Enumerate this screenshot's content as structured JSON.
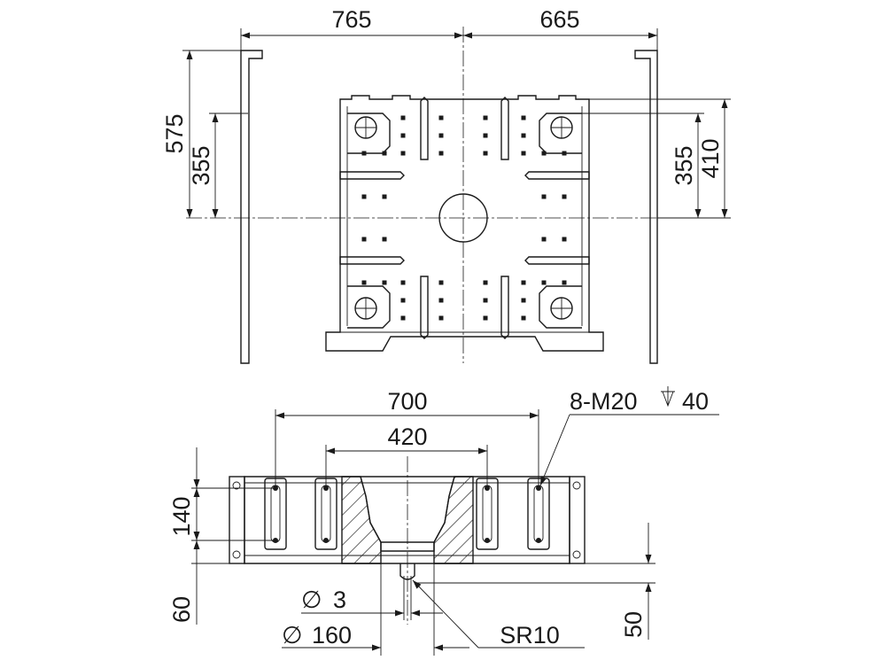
{
  "dimensions": {
    "top_left_width": "765",
    "top_right_width": "665",
    "top_left_height_outer": "575",
    "top_left_height_inner": "355",
    "top_right_height_inner": "355",
    "top_right_height_outer": "410",
    "bottom_width_outer": "700",
    "bottom_width_inner": "420",
    "bottom_thread_note": "8-M20",
    "bottom_thread_depth": "40",
    "bottom_height_140": "140",
    "bottom_height_60": "60",
    "bottom_diameter_small": "3",
    "bottom_diameter_large": "160",
    "bottom_radius": "SR10",
    "bottom_height_50": "50"
  }
}
